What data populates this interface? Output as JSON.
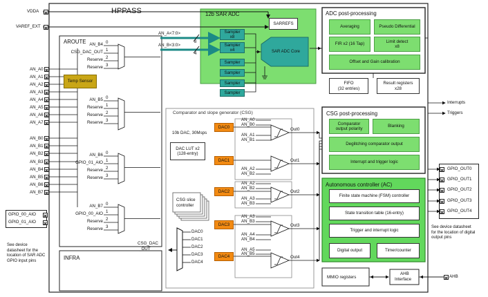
{
  "main": {
    "title": "HPPASS",
    "vdda": "VDDA",
    "varef": "VAREF_EXT"
  },
  "aroute": {
    "title": "AROUTE",
    "mux1": [
      "AN_B4",
      "CSG_DAC_OUT",
      "Reserve",
      "Reserve"
    ],
    "mux2": [
      "AN_B5",
      "Reserve",
      "Reserve",
      "Reserve"
    ],
    "mux3": [
      "AN_B6",
      "GPIO_01_AIO",
      "Reserve",
      "Reserve"
    ],
    "mux4": [
      "AN_B7",
      "GPIO_00_AIO",
      "Reserve",
      "Reserve"
    ],
    "sel_index": [
      "0",
      "1",
      "2",
      "3"
    ],
    "temp_sensor": "Temp Sensor"
  },
  "infra": {
    "title": "INFRA"
  },
  "left_pins": [
    "AN_A0",
    "AN_A1",
    "AN_A2",
    "AN_A3",
    "AN_A4",
    "AN_A5",
    "AN_A6",
    "AN_A7",
    "AN_B0",
    "AN_B1",
    "AN_B2",
    "AN_B3",
    "AN_B4",
    "AN_B5",
    "AN_B6",
    "AN_B7"
  ],
  "gpio_in": {
    "pins": [
      "GPIO_00_AIO",
      "GPIO_01_AIO"
    ],
    "note": [
      "See device",
      "datasheet for the",
      "location of SAR ADC",
      "GPIO input pins"
    ]
  },
  "adc": {
    "title": "12b SAR ADC",
    "sarrefs": "SARREFS",
    "bus_a": "AN_A<7:0>",
    "bus_b": "AN_B<3:0>",
    "bus_a_width": "8",
    "bus_b_width": "4",
    "sampler": "Sampler",
    "x8": "x8",
    "x4": "x4",
    "core": "SAR ADC Core"
  },
  "adc_post": {
    "title": "ADC post-processing",
    "averaging": "Averaging",
    "pseudo": "Pseudo Differential",
    "fir": "FIR x2 (16 Tap)",
    "limit": [
      "Limit detect",
      "x8"
    ],
    "offset": "Offset and Gain calibration",
    "fifo": [
      "FIFO",
      "(32 entries)"
    ],
    "result": [
      "Result registers",
      "x28"
    ]
  },
  "signals": {
    "interrupts": "Interrupts",
    "triggers": "Triggers",
    "ahb": "AHB"
  },
  "csg": {
    "title": "Comparator and slope generator (CSG)",
    "dac_spec": "10b DAC, 30Msps",
    "dac_lut": [
      "DAC LUT x2",
      "(128-entry)"
    ],
    "slice": [
      "CSG slice",
      "controller"
    ],
    "dacs": [
      "DAC0",
      "DAC1",
      "DAC2",
      "DAC3",
      "DAC4"
    ],
    "outs": [
      "Out0",
      "Out1",
      "Out2",
      "Out3",
      "Out4"
    ],
    "inputs": [
      [
        "AN_A0",
        "AN_B0",
        "AN_A1",
        "AN_B1"
      ],
      [
        "AN_A2",
        "AN_B2"
      ],
      [
        "AN_A2",
        "AN_B2",
        "AN_A3",
        "AN_B3"
      ],
      [
        "AN_A3",
        "AN_B3",
        "AN_A4",
        "AN_B4"
      ],
      [
        "AN_A5",
        "AN_B5"
      ]
    ],
    "dac_out": [
      "CSG_DAC",
      "_OUT"
    ]
  },
  "csg_post": {
    "title": "CSG post-processing",
    "polarity": [
      "Comparator",
      "output polarity"
    ],
    "blanking": "Blanking",
    "deglitch": "Deglitching comparator output",
    "interrupt": "Interrupt and trigger logic"
  },
  "ac": {
    "title": "Autonomous controller (AC)",
    "fsm": "Finite state machine (FSM) controller",
    "table": "State transition table (16-entry)",
    "trigger": "Trigger and interrupt logic",
    "digital": "Digital output",
    "timer": "Timer/counter"
  },
  "mmio": "MMIO registers",
  "ahb_if": [
    "AHB",
    "Interface"
  ],
  "gpio_out": {
    "pins": [
      "GPIO_OUT0",
      "GPIO_OUT1",
      "GPIO_OUT2",
      "GPIO_OUT3",
      "GPIO_OUT4"
    ],
    "note": [
      "See device datasheet",
      "for the location of digital",
      "output pins"
    ]
  }
}
